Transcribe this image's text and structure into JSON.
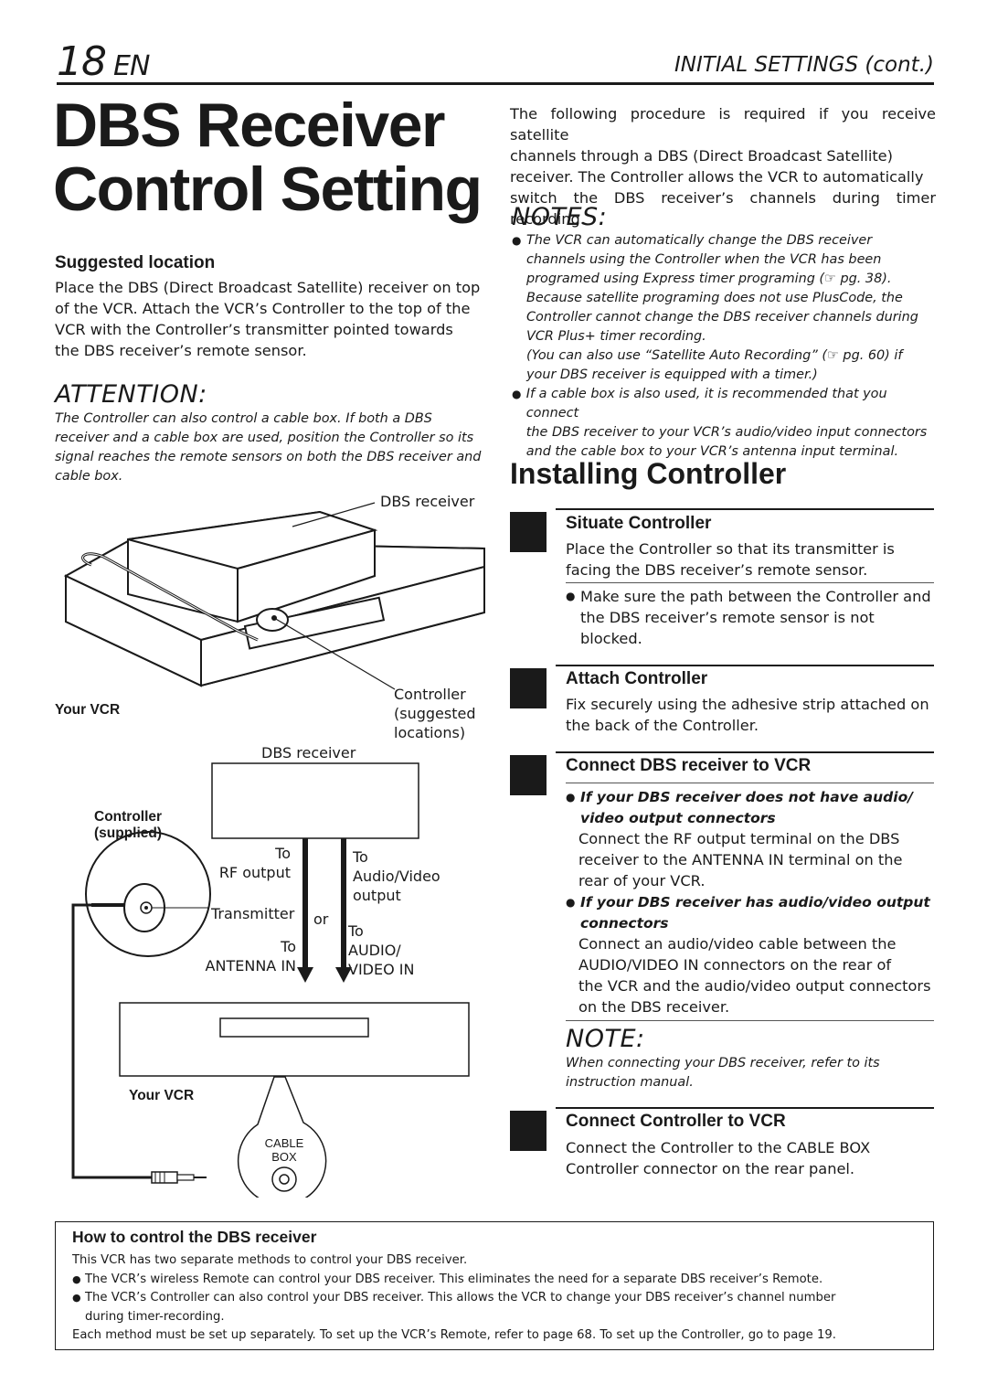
{
  "header": {
    "page_number": "18",
    "page_lang": "EN",
    "section": "INITIAL SETTINGS (cont.)"
  },
  "title": {
    "line1": "DBS Receiver",
    "line2": "Control Setting"
  },
  "suggested_location": {
    "heading": "Suggested location",
    "lines": [
      "Place the DBS (Direct Broadcast Satellite) receiver on top",
      "of the VCR. Attach the VCR’s Controller to the top of the",
      "VCR with the Controller’s transmitter pointed towards",
      "the DBS receiver’s remote sensor."
    ]
  },
  "attention": {
    "heading": "ATTENTION:",
    "lines": [
      "The Controller can also control a cable box. If both a DBS",
      "receiver and a cable box are used, position the Controller so its",
      "signal reaches the remote sensors on both the DBS receiver and",
      "cable box."
    ]
  },
  "diagram1": {
    "dbs_receiver": "DBS receiver",
    "your_vcr": "Your VCR",
    "controller_l1": "Controller",
    "controller_l2": "(suggested",
    "controller_l3": "locations)"
  },
  "diagram2": {
    "dbs_receiver": "DBS receiver",
    "controller_l1": "Controller",
    "controller_l2": "(supplied)",
    "to_rf_1": "To",
    "to_rf_2": "RF output",
    "to_av_1": "To",
    "to_av_2": "Audio/Video",
    "to_av_3": "output",
    "transmitter": "Transmitter",
    "or": "or",
    "to_ant_1": "To",
    "to_ant_2": "ANTENNA IN",
    "to_avin_1": "To",
    "to_avin_2": "AUDIO/",
    "to_avin_3": "VIDEO IN",
    "your_vcr": "Your VCR",
    "cable_1": "CABLE",
    "cable_2": "BOX"
  },
  "intro": {
    "lines": [
      "The following procedure is required if you receive satellite",
      "channels through a DBS (Direct Broadcast Satellite)",
      "receiver. The Controller allows the VCR to automatically",
      "switch the DBS receiver’s channels during timer recording."
    ]
  },
  "notes": {
    "heading": "NOTES:",
    "note1": [
      "The VCR can automatically change the DBS receiver",
      "channels using the Controller when the VCR has been",
      "programed using Express timer programing (☞ pg. 38).",
      "Because satellite programing does not use PlusCode, the",
      "Controller cannot change the DBS receiver channels during",
      "VCR Plus+ timer recording.",
      "(You can also use “Satellite Auto Recording” (☞ pg. 60) if",
      "your DBS receiver is equipped with a timer.)"
    ],
    "note2": [
      "If a cable box is also used, it is recommended that you connect",
      "the DBS receiver to your VCR’s audio/video input connectors",
      "and the cable box to your VCR’s antenna input terminal."
    ]
  },
  "installing": {
    "heading": "Installing Controller",
    "step1": {
      "title": "Situate Controller",
      "lines": [
        "Place the Controller so that its transmitter is",
        "facing the DBS receiver’s remote sensor."
      ],
      "bullet": [
        "Make sure the path between the Controller and",
        "the DBS receiver’s remote sensor is not",
        "blocked."
      ]
    },
    "step2": {
      "title": "Attach Controller",
      "lines": [
        "Fix securely using the adhesive strip attached on",
        "the back of the Controller."
      ]
    },
    "step3": {
      "title": "Connect DBS receiver to VCR",
      "case1_title": [
        "If your DBS receiver does not have audio/",
        "video output connectors"
      ],
      "case1_text": [
        "Connect the RF output terminal on the DBS",
        "receiver to the ANTENNA IN terminal on the",
        "rear of your VCR."
      ],
      "case2_title": [
        "If your DBS receiver has audio/video output",
        "connectors"
      ],
      "case2_text": [
        "Connect an audio/video cable between the",
        "AUDIO/VIDEO IN connectors on the rear of",
        "the VCR and the audio/video output connectors",
        "on the DBS receiver."
      ]
    },
    "note": {
      "heading": "NOTE:",
      "lines": [
        "When connecting your DBS receiver, refer to its",
        "instruction manual."
      ]
    },
    "step4": {
      "title": "Connect Controller to VCR",
      "lines": [
        "Connect the Controller to the CABLE BOX",
        "Controller connector on the rear panel."
      ]
    }
  },
  "howto": {
    "heading": "How to control the DBS receiver",
    "intro": "This VCR has two separate methods to control your DBS receiver.",
    "b1": "The VCR’s wireless Remote can control your DBS receiver. This eliminates the need for a separate DBS receiver’s Remote.",
    "b2a": "The VCR’s Controller can also control your DBS receiver. This allows the VCR to change your DBS receiver’s channel number",
    "b2b": "during timer-recording.",
    "footer": "Each method must be set up separately. To set up the VCR’s Remote, refer to page 68. To set up the Controller, go to page 19."
  },
  "icons": {
    "bullet": "filled-circle",
    "step_marker": "black-square"
  }
}
